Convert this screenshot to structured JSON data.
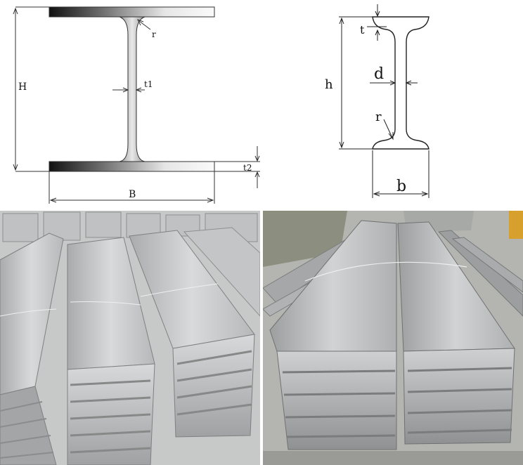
{
  "hbeam_diagram": {
    "label_H": "H",
    "label_B": "B",
    "label_r": "r",
    "label_t1": "t1",
    "label_t2": "t2"
  },
  "ibeam_diagram": {
    "label_h": "h",
    "label_t": "t",
    "label_d": "d",
    "label_r": "r",
    "label_b": "b"
  }
}
